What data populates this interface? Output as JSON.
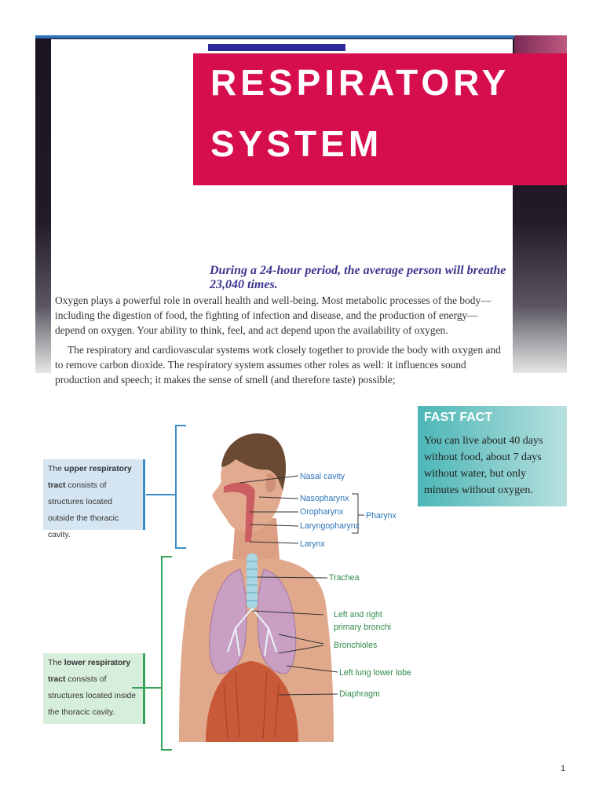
{
  "slide": {
    "title_line1": "RESPIRATORY",
    "title_line2": "SYSTEM",
    "tagline": "During a 24-hour period, the average person will breathe 23,040 times.",
    "paragraph1": "Oxygen plays a powerful role in overall health and well-being. Most metabolic processes of the body—including the digestion of food, the fighting of infection and disease, and the production of energy—depend on oxygen. Your ability to think, feel, and act depend upon the availability of oxygen.",
    "paragraph2": "The respiratory and cardiovascular systems work closely together to provide the body with oxygen and to remove carbon dioxide. The respiratory system assumes other roles as well: it influences sound production and speech; it makes the sense of smell (and therefore taste) possible;"
  },
  "fast_fact": {
    "heading": "FAST FACT",
    "text": "You can live about 40 days without food, about 7 days without water, but only minutes without oxygen."
  },
  "upper_box": {
    "pre": "The ",
    "bold": "upper respiratory tract",
    "post": " consists of structures located outside the thoracic cavity."
  },
  "lower_box": {
    "pre": "The ",
    "bold": "lower respiratory tract",
    "post": " consists of structures located inside the thoracic cavity."
  },
  "labels": {
    "nasal_cavity": "Nasal cavity",
    "nasopharynx": "Nasopharynx",
    "oropharynx": "Oropharynx",
    "laryngopharynx": "Laryngopharynx",
    "pharynx": "Pharynx",
    "larynx": "Larynx",
    "trachea": "Trachea",
    "bronchi_line1": "Left and right",
    "bronchi_line2": "primary bronchi",
    "bronchioles": "Bronchioles",
    "left_lung_lower_lobe": "Left lung lower lobe",
    "diaphragm": "Diaphragm"
  },
  "page_number": "1",
  "colors": {
    "title_bg": "#d70e4d",
    "tagline": "#3b358f",
    "upper_accent": "#3a8cc6",
    "lower_accent": "#3aa35a",
    "fast_fact_bg": "#4cb6b6"
  }
}
